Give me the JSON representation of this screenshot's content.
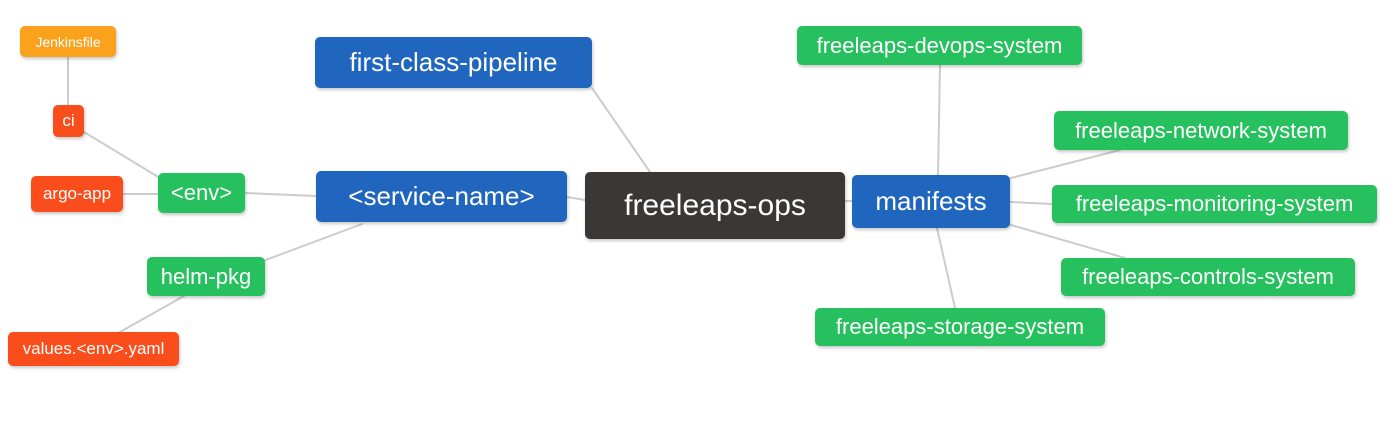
{
  "mindmap": {
    "root": "freeleaps-ops",
    "colors": {
      "root_node": "#3b3734",
      "branch_node": "#2166be",
      "sub_node": "#26c05e",
      "leaf_node": "#f94d1c",
      "deep_leaf_node": "#faa21c",
      "edge": "#cccccc",
      "text": "#ffffff",
      "background": "#ffffff"
    },
    "nodes": [
      {
        "id": "jenkinsfile",
        "label": "Jenkinsfile",
        "color": "#faa21c",
        "depth": 4
      },
      {
        "id": "ci",
        "label": "ci",
        "color": "#f94d1c",
        "depth": 3
      },
      {
        "id": "argo-app",
        "label": "argo-app",
        "color": "#f94d1c",
        "depth": 3
      },
      {
        "id": "env",
        "label": "<env>",
        "color": "#26c05e",
        "depth": 2
      },
      {
        "id": "helm-pkg",
        "label": "helm-pkg",
        "color": "#26c05e",
        "depth": 2
      },
      {
        "id": "values-env-yaml",
        "label": "values.<env>.yaml",
        "color": "#f94d1c",
        "depth": 3
      },
      {
        "id": "first-class-pipeline",
        "label": "first-class-pipeline",
        "color": "#2166be",
        "depth": 1
      },
      {
        "id": "service-name",
        "label": "<service-name>",
        "color": "#2166be",
        "depth": 1
      },
      {
        "id": "freeleaps-ops",
        "label": "freeleaps-ops",
        "color": "#3b3734",
        "depth": 0
      },
      {
        "id": "manifests",
        "label": "manifests",
        "color": "#2166be",
        "depth": 1
      },
      {
        "id": "devops-system",
        "label": "freeleaps-devops-system",
        "color": "#26c05e",
        "depth": 2
      },
      {
        "id": "network-system",
        "label": "freeleaps-network-system",
        "color": "#26c05e",
        "depth": 2
      },
      {
        "id": "monitoring-system",
        "label": "freeleaps-monitoring-system",
        "color": "#26c05e",
        "depth": 2
      },
      {
        "id": "controls-system",
        "label": "freeleaps-controls-system",
        "color": "#26c05e",
        "depth": 2
      },
      {
        "id": "storage-system",
        "label": "freeleaps-storage-system",
        "color": "#26c05e",
        "depth": 2
      }
    ],
    "edges": [
      {
        "from": "ci",
        "to": "jenkinsfile"
      },
      {
        "from": "env",
        "to": "ci"
      },
      {
        "from": "env",
        "to": "argo-app"
      },
      {
        "from": "service-name",
        "to": "env"
      },
      {
        "from": "service-name",
        "to": "helm-pkg"
      },
      {
        "from": "helm-pkg",
        "to": "values-env-yaml"
      },
      {
        "from": "freeleaps-ops",
        "to": "first-class-pipeline"
      },
      {
        "from": "freeleaps-ops",
        "to": "service-name"
      },
      {
        "from": "freeleaps-ops",
        "to": "manifests"
      },
      {
        "from": "manifests",
        "to": "devops-system"
      },
      {
        "from": "manifests",
        "to": "network-system"
      },
      {
        "from": "manifests",
        "to": "monitoring-system"
      },
      {
        "from": "manifests",
        "to": "controls-system"
      },
      {
        "from": "manifests",
        "to": "storage-system"
      }
    ]
  }
}
